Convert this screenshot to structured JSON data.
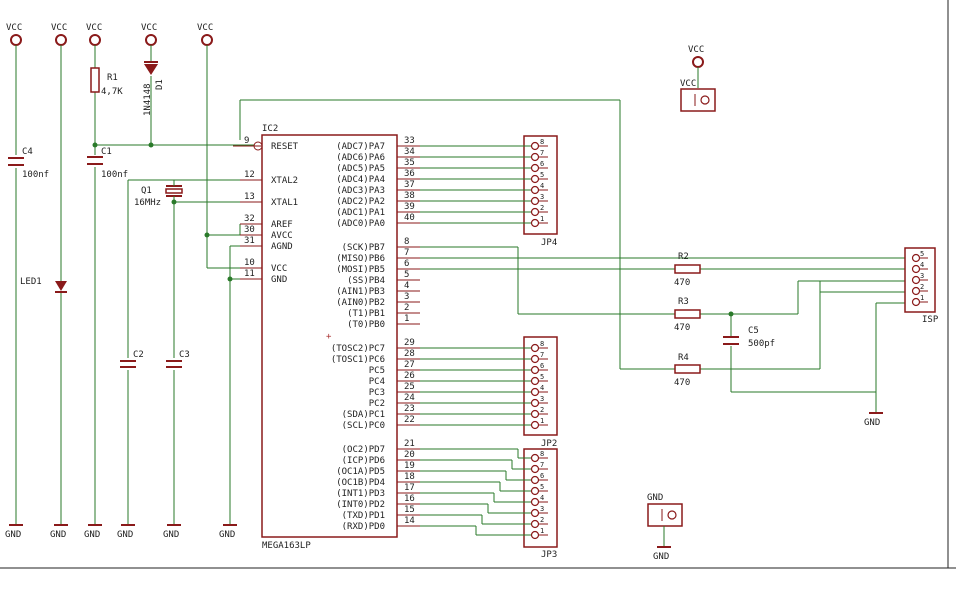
{
  "power_labels": {
    "vcc": "VCC",
    "gnd": "GND"
  },
  "parts": {
    "c4": {
      "name": "C4",
      "value": "100nf"
    },
    "c1": {
      "name": "C1",
      "value": "100nf"
    },
    "r1": {
      "name": "R1",
      "value": "4,7K"
    },
    "d1": {
      "name": "D1",
      "value": "1N4148"
    },
    "led1": {
      "name": "LED1"
    },
    "q1": {
      "name": "Q1",
      "value": "16MHz"
    },
    "c2": {
      "name": "C2"
    },
    "c3": {
      "name": "C3"
    },
    "ic2": {
      "name": "IC2",
      "value": "MEGA163LP"
    },
    "r2": {
      "name": "R2",
      "value": "470"
    },
    "r3": {
      "name": "R3",
      "value": "470"
    },
    "r4": {
      "name": "R4",
      "value": "470"
    },
    "c5": {
      "name": "C5",
      "value": "500pf"
    },
    "jp4": {
      "name": "JP4"
    },
    "jp2": {
      "name": "JP2"
    },
    "jp3": {
      "name": "JP3"
    },
    "isp": {
      "name": "ISP"
    },
    "vcc_sup": {
      "name": "VCC"
    },
    "gnd_sup": {
      "name": "GND"
    }
  },
  "ic_left_pins": [
    {
      "num": "9",
      "name": "RESET"
    },
    {
      "num": "12",
      "name": "XTAL2"
    },
    {
      "num": "13",
      "name": "XTAL1"
    },
    {
      "num": "32",
      "name": "AREF"
    },
    {
      "num": "30",
      "name": "AVCC"
    },
    {
      "num": "31",
      "name": "AGND"
    },
    {
      "num": "10",
      "name": "VCC"
    },
    {
      "num": "11",
      "name": "GND"
    }
  ],
  "ic_right_pins": [
    {
      "num": "33",
      "name": "(ADC7)PA7"
    },
    {
      "num": "34",
      "name": "(ADC6)PA6"
    },
    {
      "num": "35",
      "name": "(ADC5)PA5"
    },
    {
      "num": "36",
      "name": "(ADC4)PA4"
    },
    {
      "num": "37",
      "name": "(ADC3)PA3"
    },
    {
      "num": "38",
      "name": "(ADC2)PA2"
    },
    {
      "num": "39",
      "name": "(ADC1)PA1"
    },
    {
      "num": "40",
      "name": "(ADC0)PA0"
    },
    {
      "num": "8",
      "name": "(SCK)PB7"
    },
    {
      "num": "7",
      "name": "(MISO)PB6"
    },
    {
      "num": "6",
      "name": "(MOSI)PB5"
    },
    {
      "num": "5",
      "name": "(SS)PB4"
    },
    {
      "num": "4",
      "name": "(AIN1)PB3"
    },
    {
      "num": "3",
      "name": "(AIN0)PB2"
    },
    {
      "num": "2",
      "name": "(T1)PB1"
    },
    {
      "num": "1",
      "name": "(T0)PB0"
    },
    {
      "num": "29",
      "name": "(TOSC2)PC7"
    },
    {
      "num": "28",
      "name": "(TOSC1)PC6"
    },
    {
      "num": "27",
      "name": "PC5"
    },
    {
      "num": "26",
      "name": "PC4"
    },
    {
      "num": "25",
      "name": "PC3"
    },
    {
      "num": "24",
      "name": "PC2"
    },
    {
      "num": "23",
      "name": "(SDA)PC1"
    },
    {
      "num": "22",
      "name": "(SCL)PC0"
    },
    {
      "num": "21",
      "name": "(OC2)PD7"
    },
    {
      "num": "20",
      "name": "(ICP)PD6"
    },
    {
      "num": "19",
      "name": "(OC1A)PD5"
    },
    {
      "num": "18",
      "name": "(OC1B)PD4"
    },
    {
      "num": "17",
      "name": "(INT1)PD3"
    },
    {
      "num": "16",
      "name": "(INT0)PD2"
    },
    {
      "num": "15",
      "name": "(TXD)PD1"
    },
    {
      "num": "14",
      "name": "(RXD)PD0"
    }
  ],
  "header_pins": [
    "8",
    "7",
    "6",
    "5",
    "4",
    "3",
    "2",
    "1"
  ],
  "isp_pins": [
    "5",
    "4",
    "3",
    "2",
    "1"
  ]
}
